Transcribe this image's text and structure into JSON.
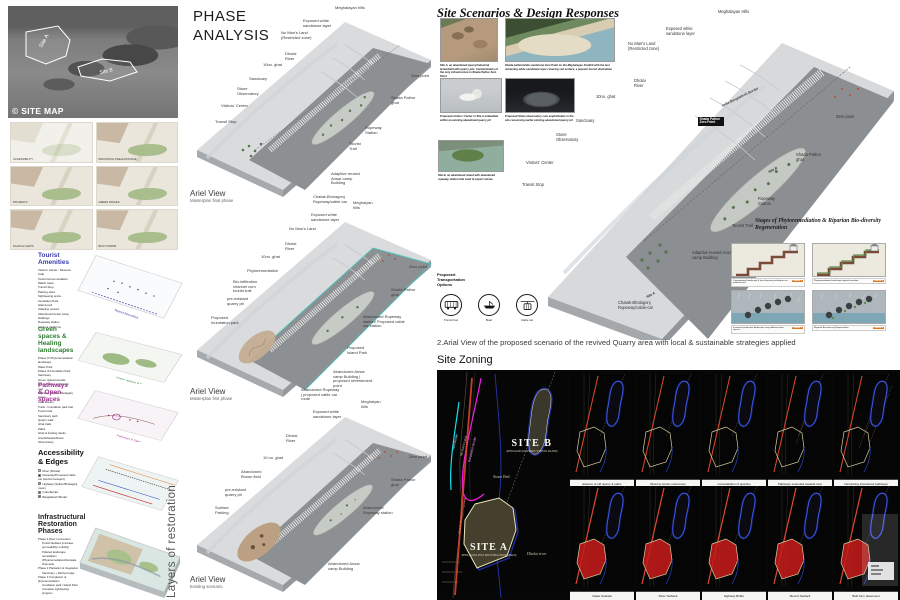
{
  "site_map": {
    "caption": "© SITE MAP",
    "site_a": "Site A",
    "site_b": "Site B"
  },
  "analysis_maps": {
    "labels": [
      "ACCESSIBILITY",
      "INDUSTRIAL PRE-EXISTANCE",
      "PATHWAYS",
      "GREEN SPACES",
      "PLAZA & GHATS",
      "BUILT FORMS"
    ]
  },
  "sections": {
    "tourist": {
      "title": "Tourist Amenities",
      "items": [
        "Visitors' Center - Museum",
        "Cafe",
        "Tourist Accommodation",
        "Watch tower",
        "Transit Stop",
        "Parking shed",
        "Sightseeing spots - Inundation Park",
        "Island park",
        "Adaptive reused Abandoned Ansar camp buildings",
        "Ropeway station",
        "Lookout platforms"
      ]
    },
    "green": {
      "title": "Green spaces & Healing landscapes",
      "items": [
        "Phase IV Phytoremediation landscape",
        "Water Park",
        "Phase III Inundation Park",
        "Sanctuary",
        "Green dykes/mounds",
        "Green plazas and green roof",
        "Highway (Sylhet-Bholaganj route)",
        "India Border"
      ]
    },
    "pathways": {
      "title": "Pathways & Open spaces",
      "items": [
        "Trails - Inundation park trail",
        "Tourist trail",
        "Sanctuary path",
        "Quarry walk",
        "Ghat trails",
        "Plaza",
        "Ghat & boating decks",
        "Amphitheatre/Dome Observatory"
      ]
    },
    "access": {
      "title": "Accessibility & Edges",
      "items": [
        {
          "label": "River (Dholai)",
          "color": "#a9cbe2"
        },
        {
          "label": "Ropeway/Proposed cable car (tourist transport)",
          "color": "#1a1a1a"
        },
        {
          "label": "Highway (Sylhet-Bholaganj route)",
          "color": "#e08030"
        },
        {
          "label": "India Border",
          "color": "#2d50c8"
        },
        {
          "label": "Bangladesh Border",
          "color": "#c83030"
        }
      ]
    },
    "infra": {
      "title": "Infrastructural Restoration Phases",
      "items": [
        "Phase 1  River Connection",
        "Tourist facilities (increase permeability/ mobility)",
        "Polluted landscape remediation (Phytoremediation/bioswale channels)",
        "Phase 2  Plantation & Vegetation",
        "Sanctuary + Defined edge",
        "Phase 3  Completion of phytoremediation",
        "Inundation park / Island Park",
        "Complete sightseeing program"
      ]
    }
  },
  "layers_text": "Layers of restoration",
  "phase_analysis": {
    "title": "PHASE ANALYSIS",
    "views": [
      {
        "caption": "Ariel View",
        "subcaption": "Masterplan final phase",
        "labels": [
          "Meghalayan hills",
          "Exposed white sandstone layer",
          "No Man's Land (Restricted zone)",
          "Dholai River",
          "10no. ghat",
          "Sanctuary",
          "Stone Observatory",
          "Visitors' Center",
          "Transit Stop",
          "Zero point",
          "Shada Pathor ghat",
          "Ropeway Station",
          "Tourist Trail",
          "Adaptive reused Ansar camp Building",
          "Chatak-Bholagonj Ropeway/cable car"
        ]
      },
      {
        "caption": "Ariel View",
        "subcaption": "Masterplan first phase",
        "labels": [
          "Meghalyan hills",
          "Exposed white sandstone layer",
          "No Man's Land",
          "Dholai River",
          "10no. ghat",
          "Phytoremediation",
          "Bio-infiltration channel cum tourist trail",
          "pre-existant quarry pit",
          "Proposed Inundation park",
          "Abandoned Ropeway station/ Proposed cable car station",
          "Proposed Island Park",
          "Abandoned Ansar camp Building | proposed refreshment point",
          "Abandoned Ropeway | proposed cable car route",
          "Zero point",
          "Shada Pathor ghat"
        ]
      },
      {
        "caption": "Ariel View",
        "subcaption": "Existing scenario",
        "labels": [
          "Meghalyan hills",
          "Exposed white sandstone layer",
          "Dholai River",
          "10 no. ghat",
          "Abandoned Brown field",
          "pre-existant quarry pit",
          "Surface Parking",
          "Abandoned Ropeway station",
          "Abandoned Ansar camp Building",
          "Zero point",
          "Shada Pathor ghat"
        ]
      }
    ]
  },
  "scenarios": {
    "title": "Site Scenarios & Design Responses",
    "photo_captions": [
      "Site A, an abandoned quarry/industrial brownfield with quarry pits. Contamination of the only infrastructure in Shada Pathor Zero Point",
      "Shada pathor/white sandstone Zero Point on the Meghalayan Foothill with the last remaining white sandstone layer covering soil surface, a popular tourist destination",
      "Proposed visitors' Center in Site A embedded within an existing abandoned quarry pit",
      "Proposed Stone observatory cum amphitheater in the site conserving earlier existing abandoned quarry pit",
      "Site B, an abandoned island with abandoned ropeway station that used to export stones"
    ],
    "axon_labels": [
      "Meghalayan Hills",
      "Exposed white sandstone layer",
      "No Man's Land (Restricted zone)",
      "Dholai River",
      "10no. ghat",
      "Sanctuary",
      "Stone Observatory",
      "Visitors' Center",
      "Transit Stop",
      "Zero point",
      "Shada Pathor ghat",
      "Ropeway Station",
      "Tourist Trail",
      "Adaptive reused Ansar camp Building",
      "Chatak-Bholagonj Ropeway/cable-car"
    ],
    "model_tags": {
      "badge": "Shada Pathor Zero Point",
      "border": "India-Bangladesh Border",
      "site_a": "Site A",
      "site_b": "Site B"
    },
    "transport": {
      "title": "Proposed Transportation Options",
      "options": [
        "Transit bus",
        "Boat",
        "Cable car"
      ]
    },
    "stages": {
      "title": "Stages of Phytoremediation & Riparian Bio-diversity Regeneration",
      "panels": [
        {
          "caption": "Contaminated landscape & local terracing techniques on polluted land",
          "badge": "PHASE 1"
        },
        {
          "caption": "Phytoremediation landscape layered resultant",
          "badge": "PHASE 2"
        },
        {
          "caption": "Increased productive landscape using different plant species",
          "badge": "PHASE 3"
        },
        {
          "caption": "Riparian Bio-diversity Regeneration",
          "badge": "PHASE 4"
        }
      ]
    },
    "caption": "2.Arial View of the proposed scenario of the revived Quarry area with local & sustainable strategies applied"
  },
  "zoning": {
    "title": "Site Zoning",
    "map": {
      "site_a": "SITE A",
      "site_a_sub": "(BHOLAGONJ POST INDUSTRIAL BROWNFIELD)",
      "site_b": "SITE B",
      "site_b_sub": "(BHOLAGONJ ROPEWAY STATION ISLAND)",
      "stone_bed": "Stone Bed",
      "river": "Dholai river",
      "india_border": "India Border",
      "no_mans_land": "No Man's Land",
      "bangladesh_border": "Bangladesh Border",
      "ropeway_line": "Chatak-Bholagonj Ropeway"
    },
    "thumbs": [
      "Erasure of old quarry & paths",
      "Riverine terrain references",
      "Consolidation of quarries",
      "Pathways extended towards river",
      "Introducing intertwined pathways",
      "Intake Setback",
      "River Setback",
      "Highway Buffer",
      "Mound Setback",
      "Built form placement"
    ]
  }
}
